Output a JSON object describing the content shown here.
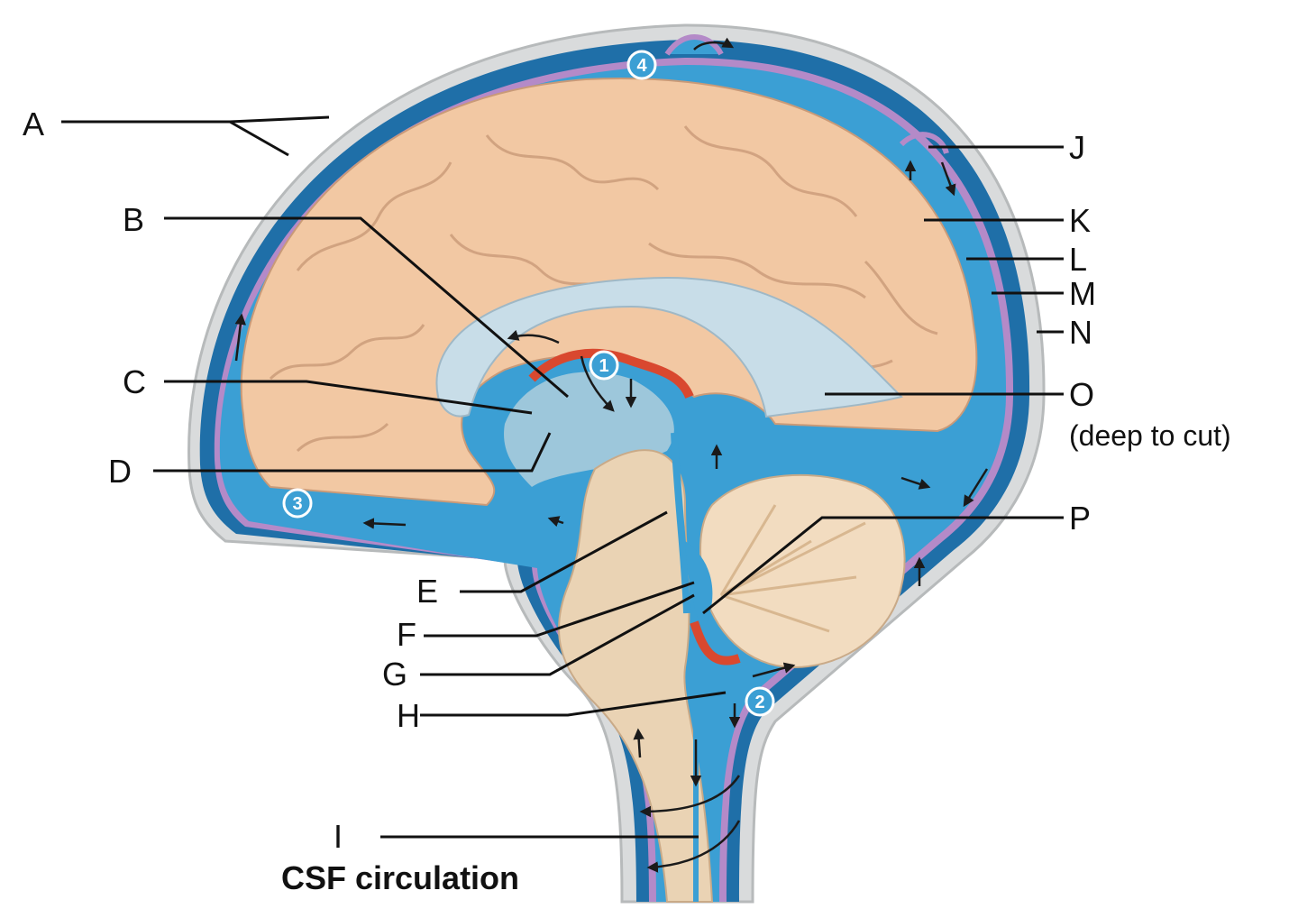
{
  "labels": {
    "A": "A",
    "B": "B",
    "C": "C",
    "D": "D",
    "E": "E",
    "F": "F",
    "G": "G",
    "H": "H",
    "I": "I",
    "J": "J",
    "K": "K",
    "L": "L",
    "M": "M",
    "N": "N",
    "O": "O",
    "P": "P",
    "O_note": "(deep to cut)"
  },
  "steps": [
    "1",
    "2",
    "3",
    "4"
  ],
  "caption": "CSF circulation",
  "colors": {
    "csf_blue": "#3b9fd4",
    "dura_dark_blue": "#1f6fa8",
    "arachnoid_purple": "#b48ac8",
    "bone_gray": "#d9dbdc",
    "brain_tan": "#f2c8a3",
    "ventricle_light": "#c8dde8",
    "choroid_red": "#d9482f",
    "brainstem_tan": "#ead3b4"
  }
}
